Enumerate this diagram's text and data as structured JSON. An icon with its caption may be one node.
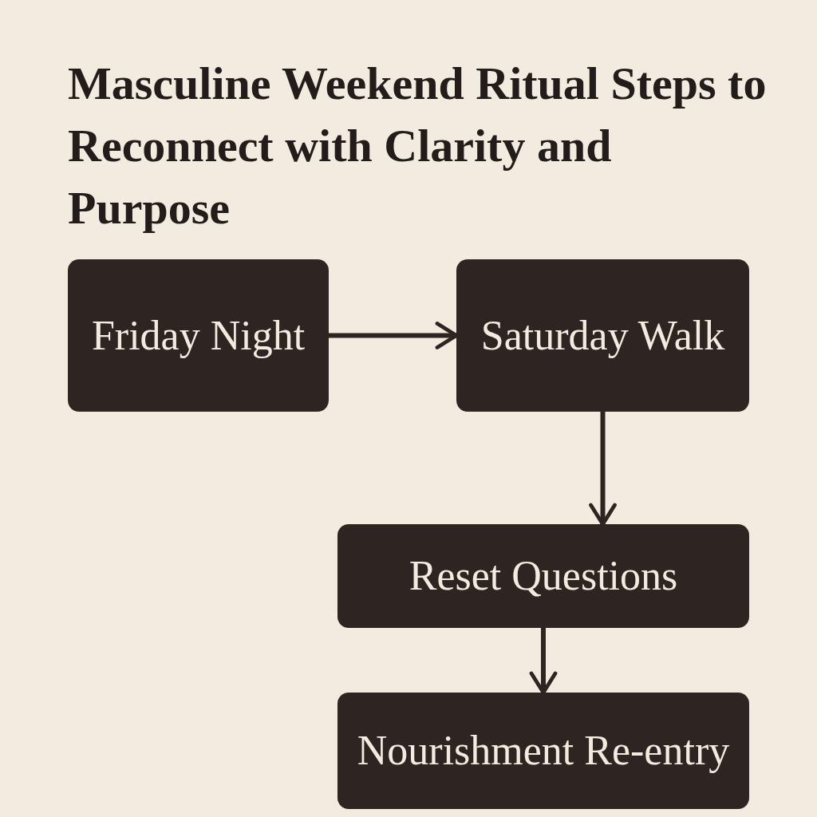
{
  "diagram": {
    "title": "Masculine Weekend Ritual Steps to Reconnect with Clarity and Purpose",
    "nodes": [
      {
        "text": [
          "Friday Night"
        ]
      },
      {
        "text": [
          "Saturday Walk"
        ]
      },
      {
        "text": [
          "Reset Questions"
        ]
      },
      {
        "text": [
          "Nourishment Re-entry"
        ]
      }
    ],
    "edges": [
      {
        "from": 0,
        "to": 1,
        "arrow": "to"
      },
      {
        "from": 1,
        "to": 2,
        "arrow": "to"
      },
      {
        "from": 2,
        "to": 3,
        "arrow": "to"
      }
    ]
  }
}
